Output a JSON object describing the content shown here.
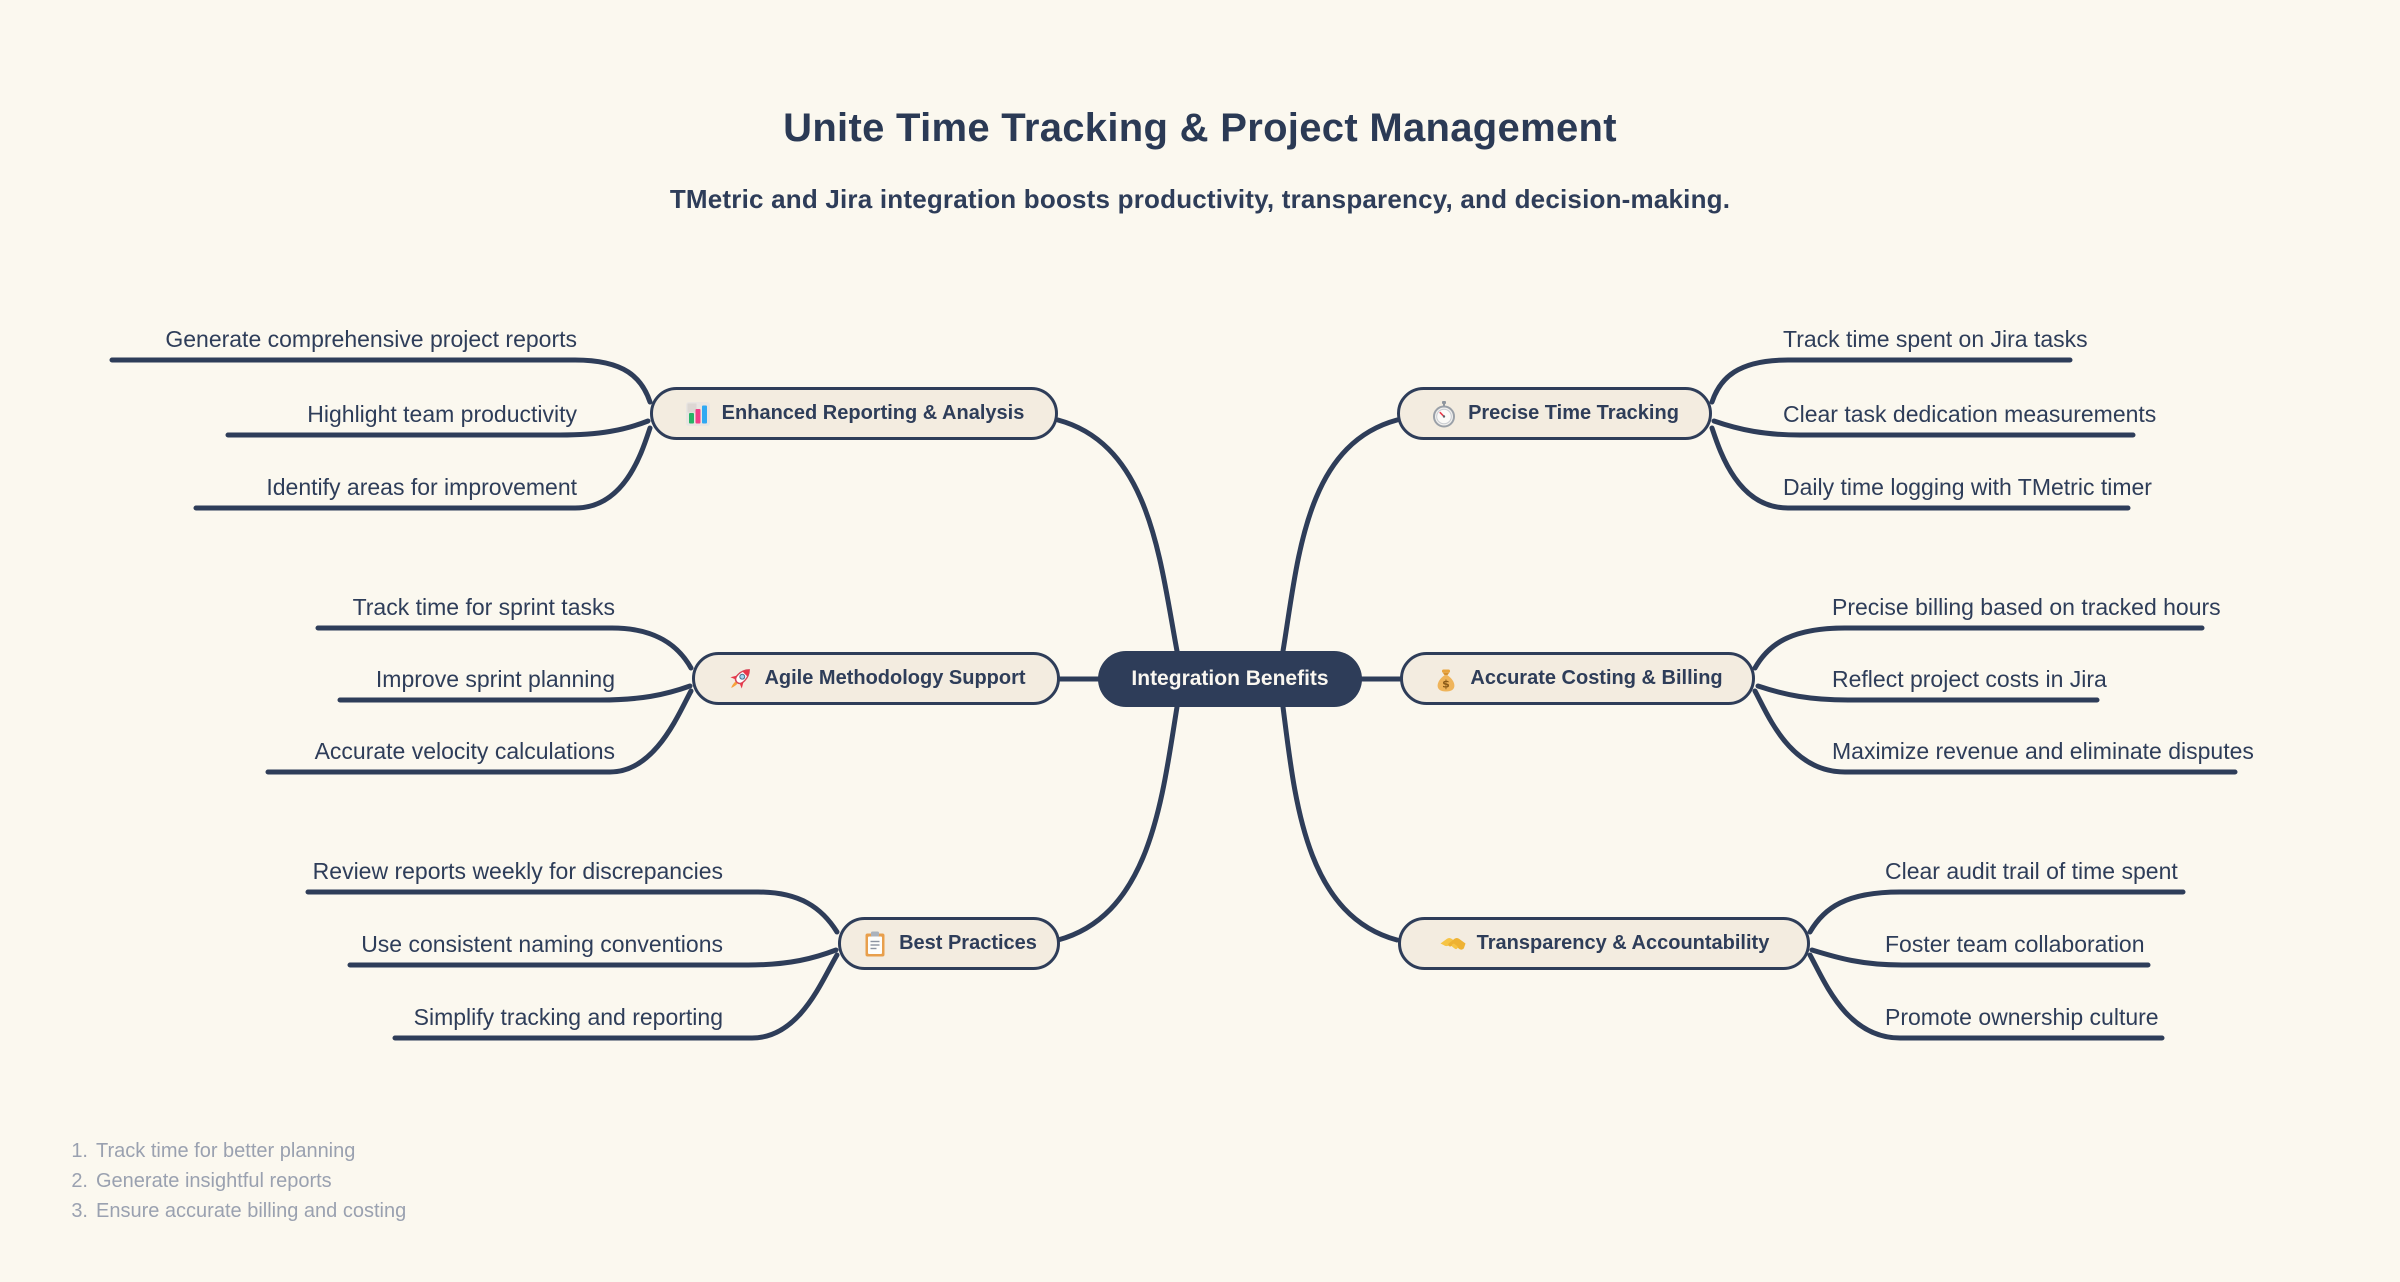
{
  "header": {
    "title": "Unite Time Tracking & Project Management",
    "subtitle": "TMetric and Jira integration boosts productivity, transparency, and decision-making."
  },
  "map": {
    "center": {
      "label": "Integration Benefits"
    },
    "branches": [
      {
        "label": "Enhanced Reporting & Analysis",
        "icon": "bar-chart-icon",
        "side": "left",
        "leaves": [
          "Generate comprehensive project reports",
          "Highlight team productivity",
          "Identify areas for improvement"
        ]
      },
      {
        "label": "Agile Methodology Support",
        "icon": "rocket-icon",
        "side": "left",
        "leaves": [
          "Track time for sprint tasks",
          "Improve sprint planning",
          "Accurate velocity calculations"
        ]
      },
      {
        "label": "Best Practices",
        "icon": "clipboard-icon",
        "side": "left",
        "leaves": [
          "Review reports weekly for discrepancies",
          "Use consistent naming conventions",
          "Simplify tracking and reporting"
        ]
      },
      {
        "label": "Precise Time Tracking",
        "icon": "stopwatch-icon",
        "side": "right",
        "leaves": [
          "Track time spent on Jira tasks",
          "Clear task dedication measurements",
          "Daily time logging with TMetric timer"
        ]
      },
      {
        "label": "Accurate Costing & Billing",
        "icon": "money-bag-icon",
        "side": "right",
        "leaves": [
          "Precise billing based on tracked hours",
          "Reflect project costs in Jira",
          "Maximize revenue and eliminate disputes"
        ]
      },
      {
        "label": "Transparency & Accountability",
        "icon": "handshake-icon",
        "side": "right",
        "leaves": [
          "Clear audit trail of time spent",
          "Foster team collaboration",
          "Promote ownership culture"
        ]
      }
    ]
  },
  "notes": {
    "numbers": [
      "1.",
      "2.",
      "3."
    ],
    "items": [
      "Track time for better planning",
      "Generate insightful reports",
      "Ensure accurate billing and costing"
    ]
  },
  "colors": {
    "background": "#FBF8EF",
    "navy": "#2E3D59",
    "node_fill": "#F3ECE0",
    "center_text": "#FAF7F0",
    "muted_list_text": "#9AA1B0"
  }
}
